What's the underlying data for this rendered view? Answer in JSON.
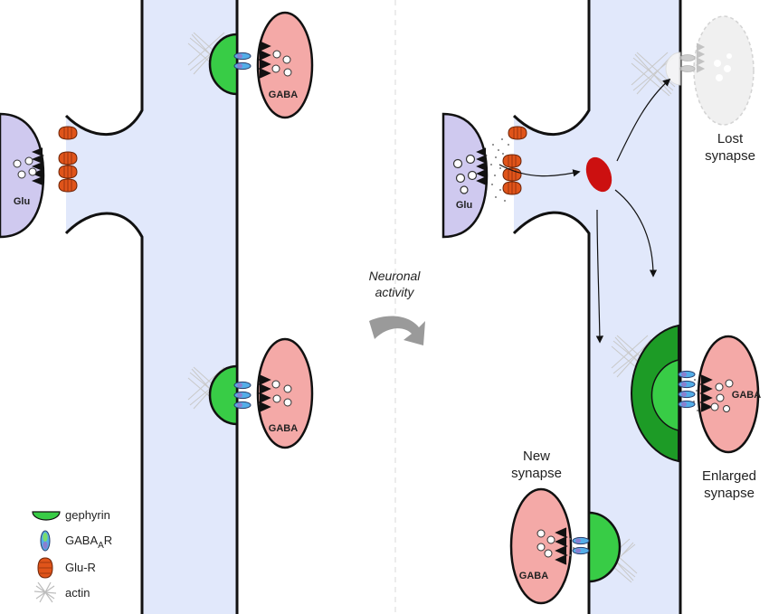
{
  "labels": {
    "glu": "Glu",
    "gaba": "GABA",
    "transition_line1": "Neuronal",
    "transition_line2": "activity",
    "lost_line1": "Lost",
    "lost_line2": "synapse",
    "new_line1": "New",
    "new_line2": "synapse",
    "enlarged_line1": "Enlarged",
    "enlarged_line2": "synapse"
  },
  "legend": {
    "gephyrin": "gephyrin",
    "gabaar_main": "GABA",
    "gabaar_sub": "A",
    "gabaar_tail": "R",
    "glur": "Glu-R",
    "actin": "actin"
  },
  "colors": {
    "dendrite": "#e1e8fb",
    "glu_terminal": "#cfc9ef",
    "gaba_terminal": "#f4a9a7",
    "gephyrin": "#38cc46",
    "gephyrin_dark": "#1d9b26",
    "glu_receptor": "#e0541a",
    "gabaa_receptor": "#54aee8",
    "signal": "#cc1010",
    "arrow_gray": "#9a9a9a"
  }
}
